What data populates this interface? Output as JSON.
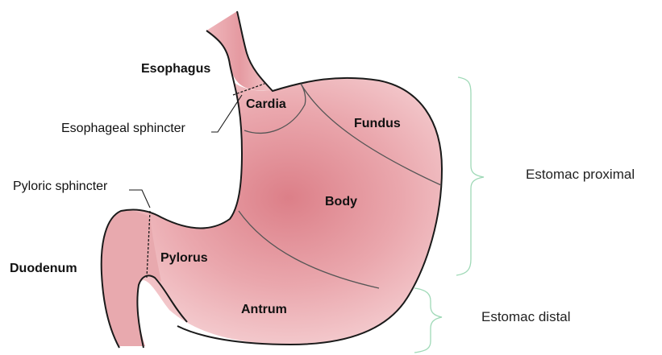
{
  "diagram": {
    "labels": {
      "esophagus": "Esophagus",
      "cardia": "Cardia",
      "esophageal_sphincter": "Esophageal sphincter",
      "fundus": "Fundus",
      "body": "Body",
      "pyloric_sphincter": "Pyloric sphincter",
      "pylorus": "Pylorus",
      "duodenum": "Duodenum",
      "antrum": "Antrum",
      "proximal": "Estomac proximal",
      "distal": "Estomac distal"
    },
    "colors": {
      "tissue_light": "#f3c3c6",
      "tissue_mid": "#e69aa1",
      "tissue_dark": "#d9747e",
      "outline": "#1a1a1a",
      "bracket": "#9fd9b7"
    }
  }
}
